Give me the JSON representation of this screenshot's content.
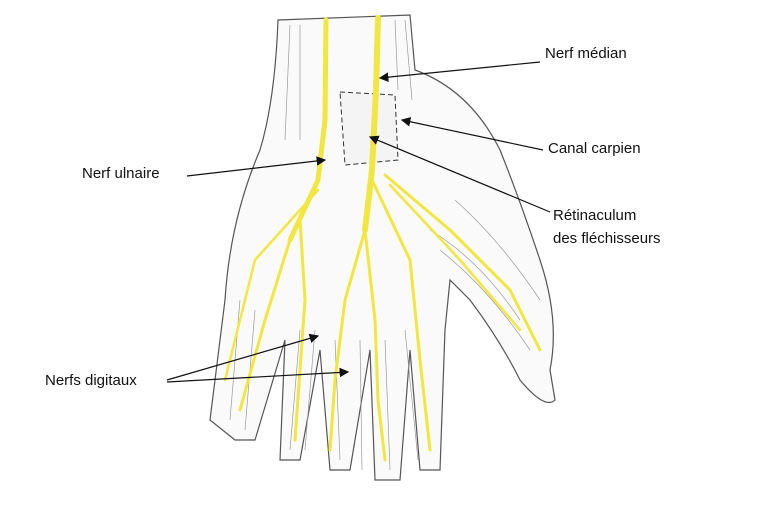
{
  "labels": {
    "median_nerve": "Nerf médian",
    "carpal_tunnel": "Canal carpien",
    "ulnar_nerve": "Nerf ulnaire",
    "retinaculum_line1": "Rétinaculum",
    "retinaculum_line2": "des fléchisseurs",
    "digital_nerves": "Nerfs digitaux"
  },
  "colors": {
    "nerve": "#f2e640",
    "outline": "#555555",
    "leader": "#111111"
  }
}
